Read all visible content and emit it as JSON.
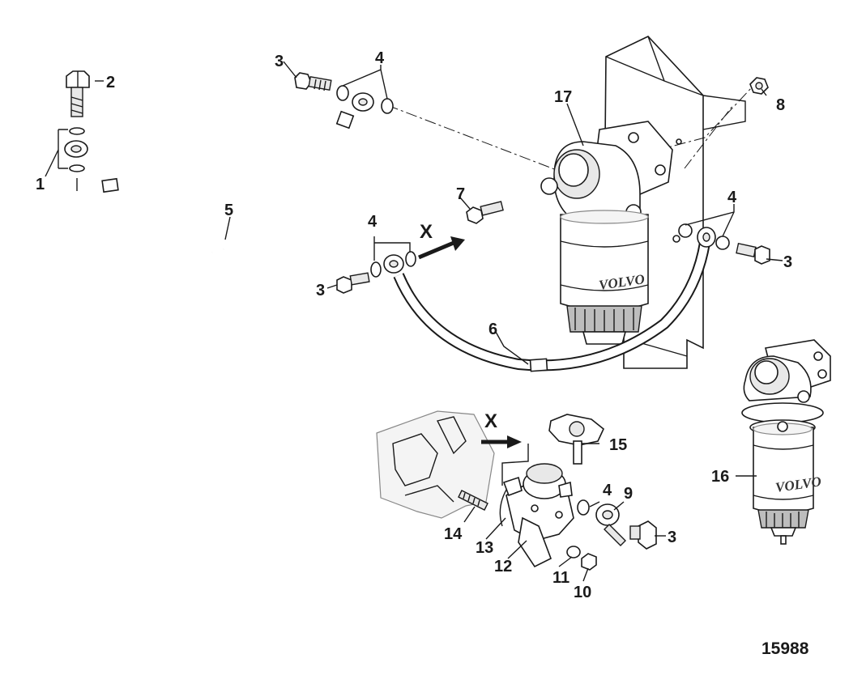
{
  "figure_number": "15988",
  "view_marker": "X",
  "brand_mark": "VOLVO",
  "callouts": [
    {
      "id": "c1",
      "label": "1"
    },
    {
      "id": "c2",
      "label": "2"
    },
    {
      "id": "c3a",
      "label": "3"
    },
    {
      "id": "c3b",
      "label": "3"
    },
    {
      "id": "c3c",
      "label": "3"
    },
    {
      "id": "c3d",
      "label": "3"
    },
    {
      "id": "c4a",
      "label": "4"
    },
    {
      "id": "c4b",
      "label": "4"
    },
    {
      "id": "c4c",
      "label": "4"
    },
    {
      "id": "c4d",
      "label": "4"
    },
    {
      "id": "c5",
      "label": "5"
    },
    {
      "id": "c6",
      "label": "6"
    },
    {
      "id": "c7",
      "label": "7"
    },
    {
      "id": "c8",
      "label": "8"
    },
    {
      "id": "c9",
      "label": "9"
    },
    {
      "id": "c10",
      "label": "10"
    },
    {
      "id": "c11",
      "label": "11"
    },
    {
      "id": "c12",
      "label": "12"
    },
    {
      "id": "c13",
      "label": "13"
    },
    {
      "id": "c14",
      "label": "14"
    },
    {
      "id": "c15",
      "label": "15"
    },
    {
      "id": "c16",
      "label": "16"
    },
    {
      "id": "c17",
      "label": "17"
    }
  ]
}
